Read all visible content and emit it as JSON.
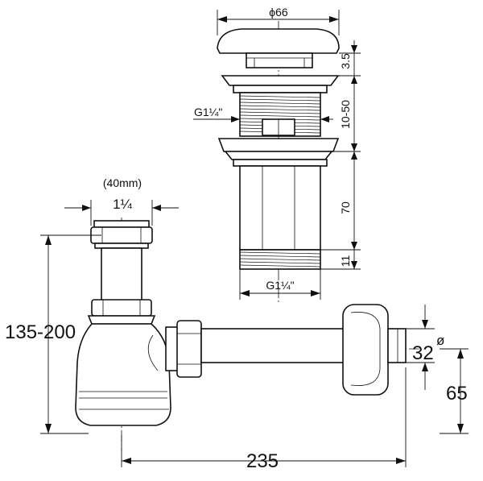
{
  "labels": {
    "head_diameter": "ϕ66",
    "cap_height": "3.5",
    "thread_range": "10-50",
    "thread_upper": "G1¼\"",
    "body_length": "70",
    "thread_length": "11",
    "thread_lower": "G1¼\"",
    "inlet_mm": "(40mm)",
    "inlet_size": "1¼",
    "height_range": "135-200",
    "outlet_diameter": "32",
    "outlet_diameter_symbol": "ø",
    "outlet_height": "65",
    "depth": "235"
  }
}
